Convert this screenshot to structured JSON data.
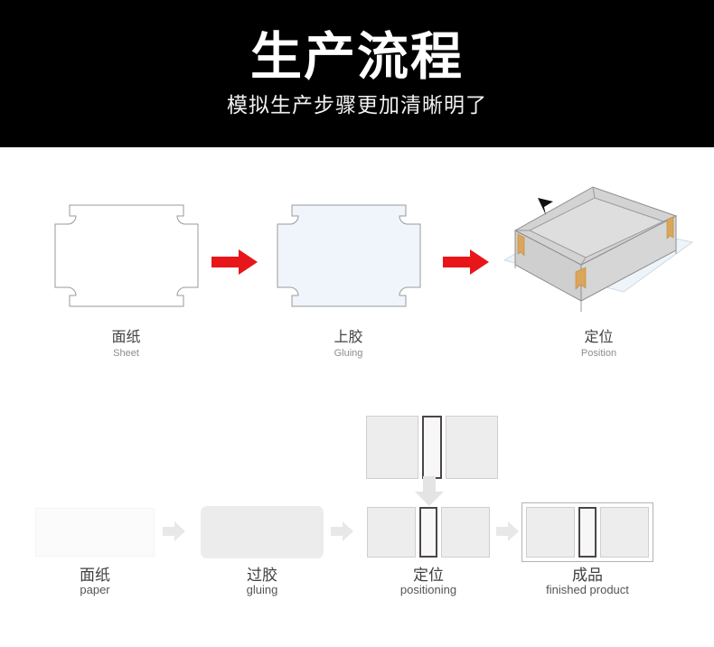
{
  "header": {
    "title": "生产流程",
    "subtitle": "模拟生产步骤更加清晰明了",
    "background_color": "#000000",
    "title_color": "#ffffff"
  },
  "colors": {
    "red_arrow": "#e8161a",
    "gray_arrow": "#e8e8e8",
    "down_arrow": "#e4e4e4",
    "panel_fill": "#ededed",
    "panel_border": "#cfcfcf",
    "spine_border": "#4c454b",
    "sheet_tint": "#f0f6fa",
    "box_top_face": "#d2d2d2",
    "box_inner_face": "#dcdcdc",
    "tab_orange": "#d9a24e",
    "caption_cn": "#434343",
    "caption_en": "#8d8d8d"
  },
  "top_row": {
    "steps": [
      {
        "id": "sheet",
        "label_cn": "面纸",
        "label_en": "Sheet",
        "icon": "die-cut-sheet-outline"
      },
      {
        "id": "gluing",
        "label_cn": "上胶",
        "label_en": "Gluing",
        "icon": "die-cut-sheet-glued"
      },
      {
        "id": "position",
        "label_cn": "定位",
        "label_en": "Position",
        "icon": "isometric-box-on-sheet"
      }
    ],
    "arrows": [
      {
        "id": "red-arrow-1",
        "icon": "arrow-right-icon",
        "color": "#e8161a"
      },
      {
        "id": "red-arrow-2",
        "icon": "arrow-right-icon",
        "color": "#e8161a"
      }
    ]
  },
  "bottom_row": {
    "assembly_top": {
      "id": "panel-assembly-top",
      "icon": "three-panel-group"
    },
    "down_arrow": {
      "id": "down-arrow",
      "icon": "arrow-down-icon",
      "color": "#e4e4e4"
    },
    "items": [
      {
        "id": "paper",
        "label_cn": "面纸",
        "label_en": "paper",
        "icon": "blank-paper-rect"
      },
      {
        "id": "gluing",
        "label_cn": "过胶",
        "label_en": "gluing",
        "icon": "rounded-gray-rect"
      },
      {
        "id": "positioning",
        "label_cn": "定位",
        "label_en": "positioning",
        "icon": "three-panel-group"
      },
      {
        "id": "finished",
        "label_cn": "成品",
        "label_en": "finished product",
        "icon": "three-panel-group-wrapped"
      }
    ],
    "arrows": [
      {
        "id": "gray-arrow-1",
        "icon": "arrow-right-icon",
        "color": "#e8e8e8"
      },
      {
        "id": "gray-arrow-2",
        "icon": "arrow-right-icon",
        "color": "#e8e8e8"
      },
      {
        "id": "gray-arrow-3",
        "icon": "arrow-right-icon",
        "color": "#e8e8e8"
      }
    ]
  }
}
